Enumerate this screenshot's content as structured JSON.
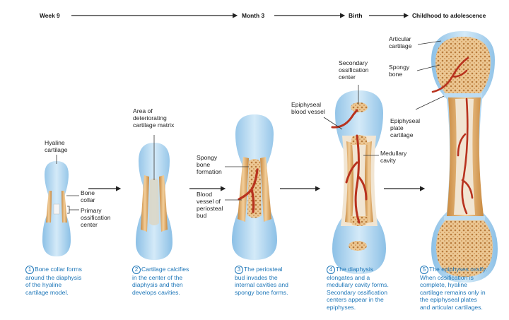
{
  "timeline": {
    "week9": "Week 9",
    "month3": "Month 3",
    "birth": "Birth",
    "childhood": "Childhood to adolescence"
  },
  "labels": {
    "hyaline_cartilage": "Hyaline\ncartilage",
    "bone_collar": "Bone\ncollar",
    "primary_ossification_center": "Primary\nossification\ncenter",
    "area_deteriorating": "Area of\ndeteriorating\ncartilage matrix",
    "spongy_bone_formation": "Spongy\nbone\nformation",
    "blood_vessel_periosteal_bud": "Blood\nvessel of\nperiosteal\nbud",
    "secondary_ossification_center": "Secondary\nossification\ncenter",
    "epiphyseal_blood_vessel": "Epiphyseal\nblood vessel",
    "medullary_cavity": "Medullary\ncavity",
    "articular_cartilage": "Articular\ncartilage",
    "spongy_bone": "Spongy\nbone",
    "epiphyseal_plate_cartilage": "Epiphyseal\nplate\ncartilage"
  },
  "steps": [
    {
      "num": "1",
      "text": "Bone collar forms\naround the diaphysis\nof the hyaline\ncartilage model."
    },
    {
      "num": "2",
      "text": "Cartilage calcifies\nin the center of the\ndiaphysis and then\ndevelops cavities."
    },
    {
      "num": "3",
      "text": "The periosteal\nbud invades the\ninternal cavities and\nspongy bone forms."
    },
    {
      "num": "4",
      "text": "The diaphysis\nelongates and a\nmedullary cavity forms.\nSecondary ossification\ncenters appear in the\nepiphyses."
    },
    {
      "num": "5",
      "text": "The epiphyses ossify.\nWhen ossification is\ncomplete, hyaline\ncartilage remains only in\nthe epiphyseal plates\nand articular cartilages."
    }
  ],
  "colors": {
    "cartilage": "#bcdcf2",
    "bone_collar": "#e7bb82",
    "spongy_bone": "#d9aa6e",
    "blood_vessel": "#b8321e",
    "caption": "#1d76b8"
  }
}
